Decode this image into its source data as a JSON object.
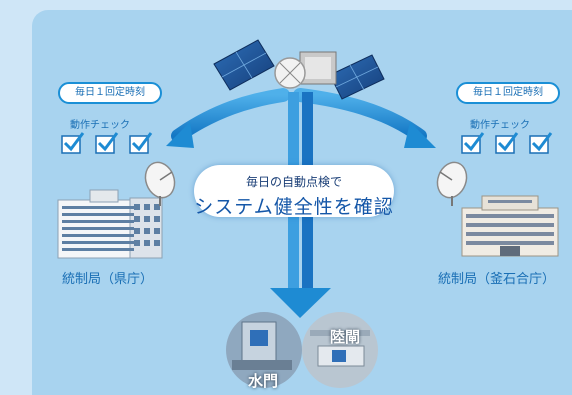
{
  "left_schedule": {
    "pill": "毎日１回定時刻",
    "check_label": "動作チェック"
  },
  "right_schedule": {
    "pill": "毎日１回定時刻",
    "check_label": "動作チェック"
  },
  "center": {
    "subtitle": "毎日の自動点検で",
    "title": "システム健全性を確認"
  },
  "stations": {
    "left": "統制局（県庁）",
    "right": "統制局（釜石合庁）"
  },
  "facilities": {
    "water_gate": "水門",
    "land_gate": "陸閘"
  },
  "colors": {
    "background": "#cfe6f7",
    "panel": "#a8d3ef",
    "arrow": "#1e8bd3",
    "text": "#1a6fb5"
  }
}
